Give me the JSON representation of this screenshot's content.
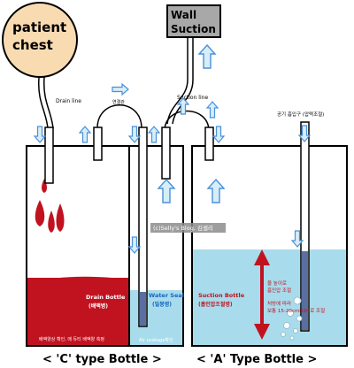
{
  "labels": {
    "patient_chest": [
      "patient",
      "chest"
    ],
    "wall_suction": [
      "Wall",
      "Suction"
    ],
    "drain_line": "Drain line",
    "connector_small": "연결관",
    "suction_line": "Suction line",
    "air_inlet": "공기 흡입구 (압력조절)",
    "watermark": "(c)Selly's Blog, 김셀리",
    "drain_bottle": [
      "Drain Bottle",
      "(배액병)"
    ],
    "water_seal": [
      "Water Seal",
      "(밀봉병)"
    ],
    "drain_bottom_note": "배액양상 확인, 매 듀티 배액양 측정",
    "air_leakage": "Air Leakage확인",
    "suction_bottle": [
      "Suction Bottle",
      "(흡인압조절병)"
    ],
    "pressure_note_1": [
      "물 높이로",
      "흡인압 조절"
    ],
    "pressure_note_2": [
      "처방에 따라",
      "보통 15-20cmH2O로 조절"
    ],
    "c_type": "< 'C' type Bottle >",
    "a_type": "< 'A' Type Bottle >"
  },
  "colors": {
    "chest_fill": "#f9dbb2",
    "blood": "#c1121f",
    "water": "#a8dcec",
    "wall_suction_fill": "#a8a8a8",
    "arrow_fill": "#d6eef8",
    "arrow_stroke": "#4a90d9",
    "tube_dark": "#5a6fa0"
  }
}
